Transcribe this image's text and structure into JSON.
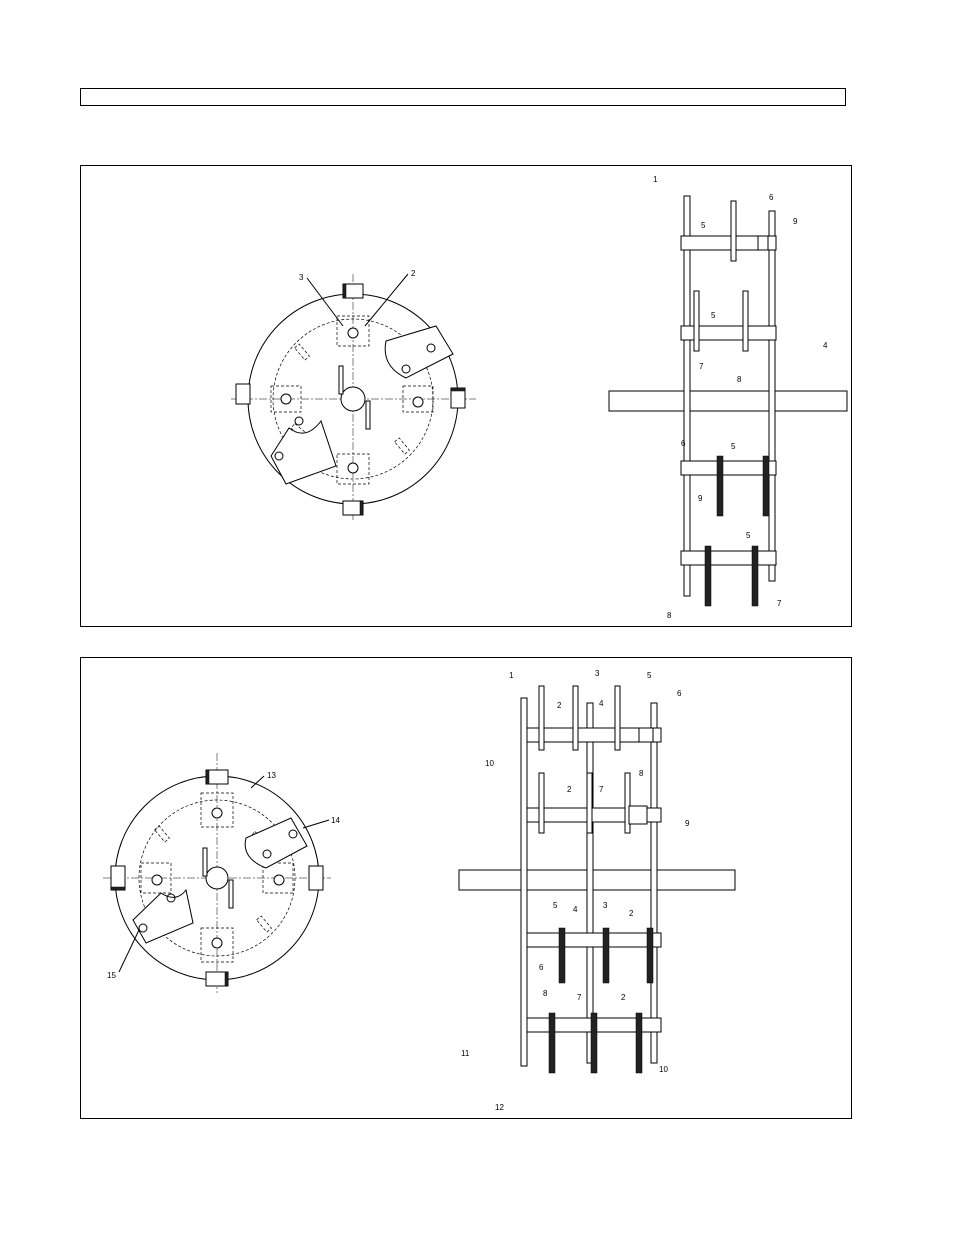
{
  "header": {
    "text": ""
  },
  "top_view": {
    "face_callouts": [
      "3",
      "2"
    ],
    "side_callouts": [
      "1",
      "6",
      "9",
      "5",
      "5",
      "4",
      "7",
      "8",
      "6",
      "5",
      "9",
      "5",
      "8",
      "7"
    ]
  },
  "bottom_view": {
    "face_callouts": [
      "13",
      "14",
      "15"
    ],
    "side_callouts": [
      "1",
      "3",
      "5",
      "2",
      "4",
      "6",
      "10",
      "2",
      "7",
      "8",
      "9",
      "5",
      "4",
      "3",
      "2",
      "6",
      "8",
      "7",
      "2",
      "11",
      "12",
      "10"
    ]
  }
}
